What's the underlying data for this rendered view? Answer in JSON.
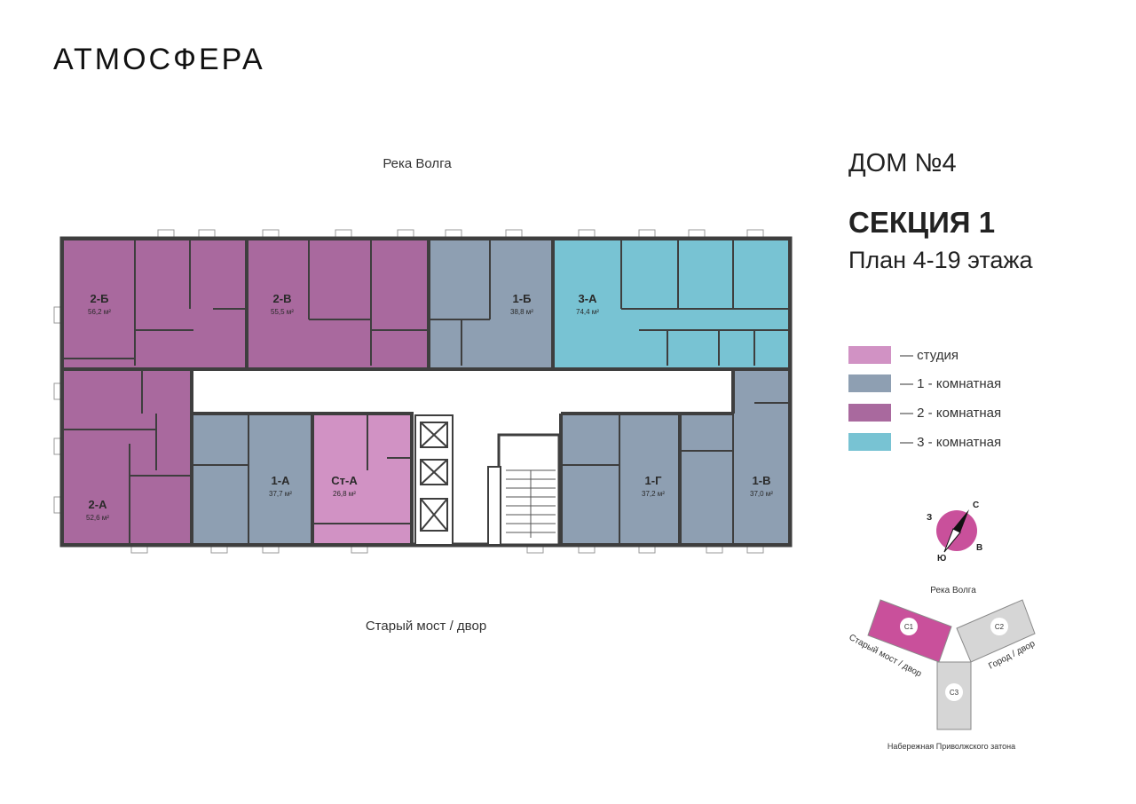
{
  "brand": "АТМОСФЕРА",
  "river_top": "Река Волга",
  "river_bottom": "Старый мост / двор",
  "house_title": "ДОМ №4",
  "section_title": "СЕКЦИЯ 1",
  "plan_title": "План 4-19 этажа",
  "colors": {
    "studio": "#d192c4",
    "one_room": "#8e9fb2",
    "two_room": "#a9699e",
    "three_room": "#78c3d3",
    "wall": "#3e3e3e",
    "corridor": "#ffffff",
    "accent": "#c9509b",
    "neighbor": "#d6d6d6"
  },
  "legend": [
    {
      "label": "— студия",
      "color": "#d192c4"
    },
    {
      "label": "— 1 - комнатная",
      "color": "#8e9fb2"
    },
    {
      "label": "— 2 - комнатная",
      "color": "#a9699e"
    },
    {
      "label": "— 3 - комнатная",
      "color": "#78c3d3"
    }
  ],
  "apartments": [
    {
      "id": "2-Б",
      "area": "56,2 м²",
      "type": "two_room"
    },
    {
      "id": "2-В",
      "area": "55,5 м²",
      "type": "two_room"
    },
    {
      "id": "1-Б",
      "area": "38,8 м²",
      "type": "one_room"
    },
    {
      "id": "3-А",
      "area": "74,4 м²",
      "type": "three_room"
    },
    {
      "id": "2-А",
      "area": "52,6 м²",
      "type": "two_room"
    },
    {
      "id": "1-А",
      "area": "37,7 м²",
      "type": "one_room"
    },
    {
      "id": "Ст-А",
      "area": "26,8 м²",
      "type": "studio"
    },
    {
      "id": "1-Г",
      "area": "37,2 м²",
      "type": "one_room"
    },
    {
      "id": "1-В",
      "area": "37,0 м²",
      "type": "one_room"
    }
  ],
  "compass": {
    "n": "С",
    "e": "В",
    "s": "Ю",
    "w": "З"
  },
  "site_plan": {
    "top_label": "Река Волга",
    "left_label": "Старый мост / двор",
    "right_label": "Город / двор",
    "bottom_label": "Набережная Приволжского затона",
    "sections": [
      "С1",
      "С2",
      "С3"
    ]
  }
}
